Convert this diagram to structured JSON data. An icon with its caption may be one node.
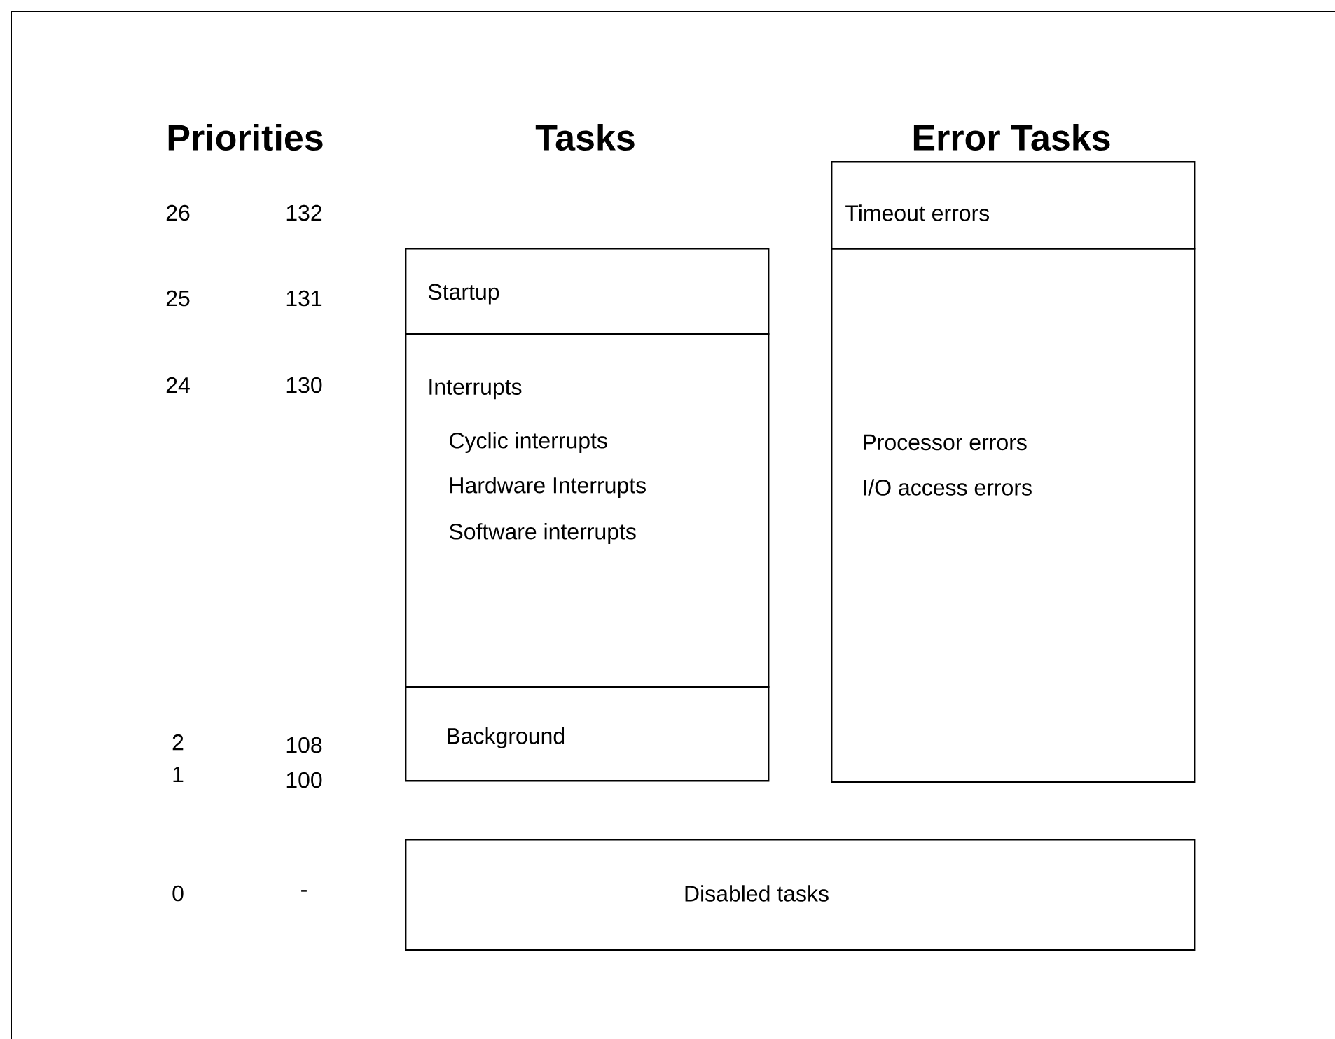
{
  "diagram": {
    "nodes": [
      {
        "text": [
          "Timeout errors"
        ]
      },
      {
        "text": [
          "Startup"
        ]
      },
      {
        "text": [
          "Processor errors",
          "I/O access errors"
        ]
      },
      {
        "text": [
          "Interrupts",
          "Cyclic interrupts",
          "Hardware Interrupts",
          "Software interrupts"
        ]
      },
      {
        "text": [
          "Background"
        ]
      },
      {
        "text": [
          "Disabled tasks"
        ]
      }
    ],
    "labels": [
      "Priorities",
      "Tasks",
      "Error Tasks",
      "26",
      "132",
      "25",
      "131",
      "24",
      "130",
      "2",
      "108",
      "1",
      "100",
      "0",
      "-"
    ]
  }
}
